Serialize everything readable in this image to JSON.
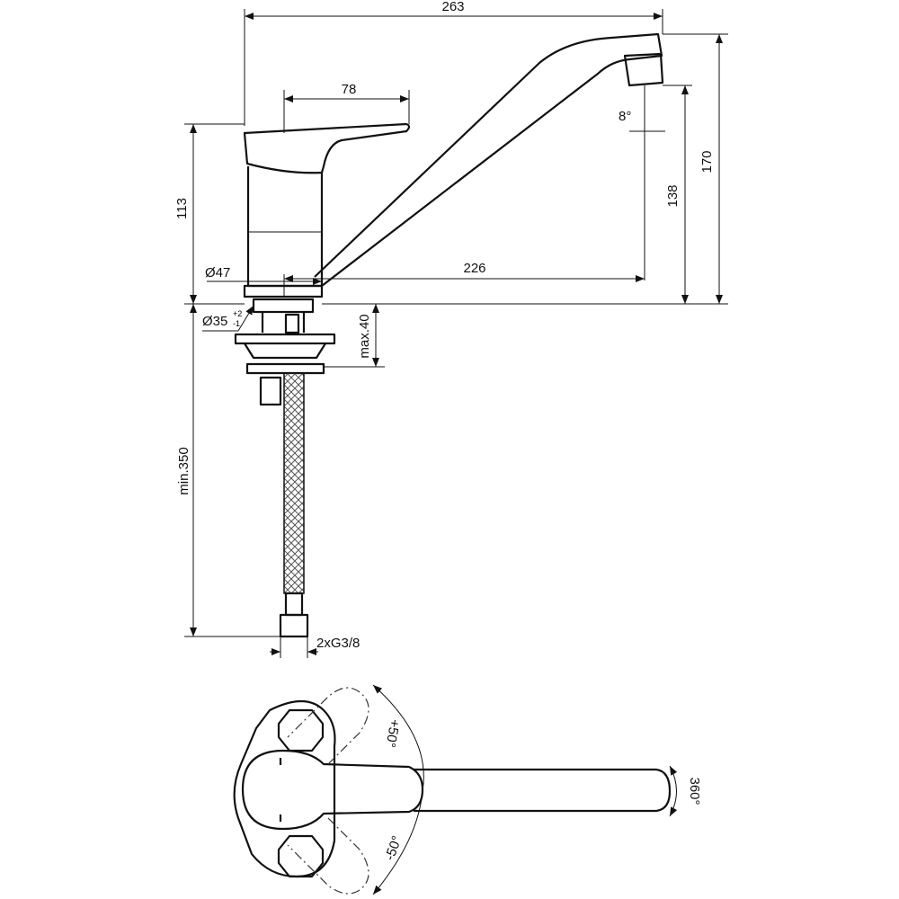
{
  "dimensions": {
    "overall_length": "263",
    "handle_length": "78",
    "spout_tilt": "8°",
    "spout_height": "138",
    "total_height": "170",
    "body_height": "113",
    "base_diameter": "Ø47",
    "spout_reach": "226",
    "hole_diameter": "Ø35",
    "hole_tol_plus": "+2",
    "hole_tol_minus": "-1",
    "max_thickness": "max.40",
    "hose_length": "min.350",
    "connection": "2xG3/8"
  },
  "top_view": {
    "rotation_plus": "+50°",
    "rotation_minus": "-50°",
    "rotation_full": "360°"
  }
}
